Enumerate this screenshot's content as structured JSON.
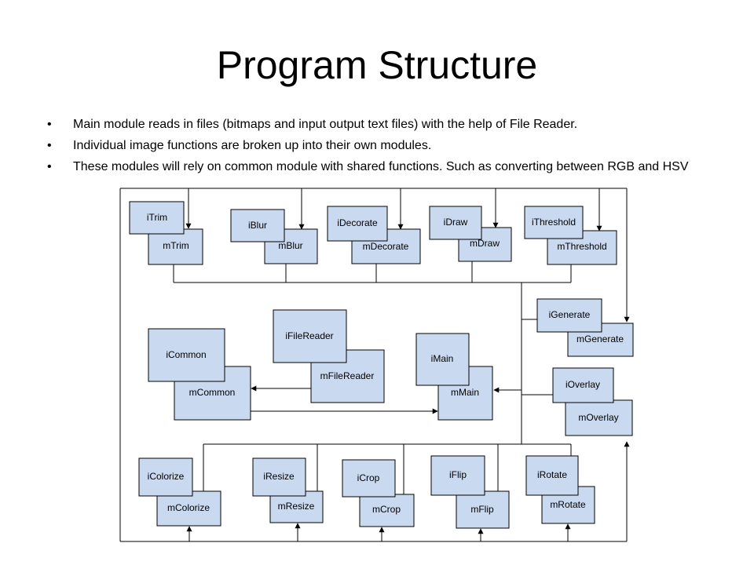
{
  "title": "Program Structure",
  "bullets": [
    "Main module reads in files (bitmaps and input output text files) with the help of File Reader.",
    "Individual image functions are broken up into their own modules.",
    "These modules will rely on common module with shared functions. Such as converting between RGB and HSV"
  ],
  "bullet_char": "•",
  "modules": {
    "trim": {
      "i": "iTrim",
      "m": "mTrim"
    },
    "blur": {
      "i": "iBlur",
      "m": "mBlur"
    },
    "decorate": {
      "i": "iDecorate",
      "m": "mDecorate"
    },
    "draw": {
      "i": "iDraw",
      "m": "mDraw"
    },
    "threshold": {
      "i": "iThreshold",
      "m": "mThreshold"
    },
    "generate": {
      "i": "iGenerate",
      "m": "mGenerate"
    },
    "overlay": {
      "i": "iOverlay",
      "m": "mOverlay"
    },
    "common": {
      "i": "iCommon",
      "m": "mCommon"
    },
    "filereader": {
      "i": "iFileReader",
      "m": "mFileReader"
    },
    "main": {
      "i": "iMain",
      "m": "mMain"
    },
    "colorize": {
      "i": "iColorize",
      "m": "mColorize"
    },
    "resize": {
      "i": "iResize",
      "m": "mResize"
    },
    "crop": {
      "i": "iCrop",
      "m": "mCrop"
    },
    "flip": {
      "i": "iFlip",
      "m": "mFlip"
    },
    "rotate": {
      "i": "iRotate",
      "m": "mRotate"
    }
  },
  "colors": {
    "box_fill": "#c9daf0",
    "line": "#000000"
  }
}
